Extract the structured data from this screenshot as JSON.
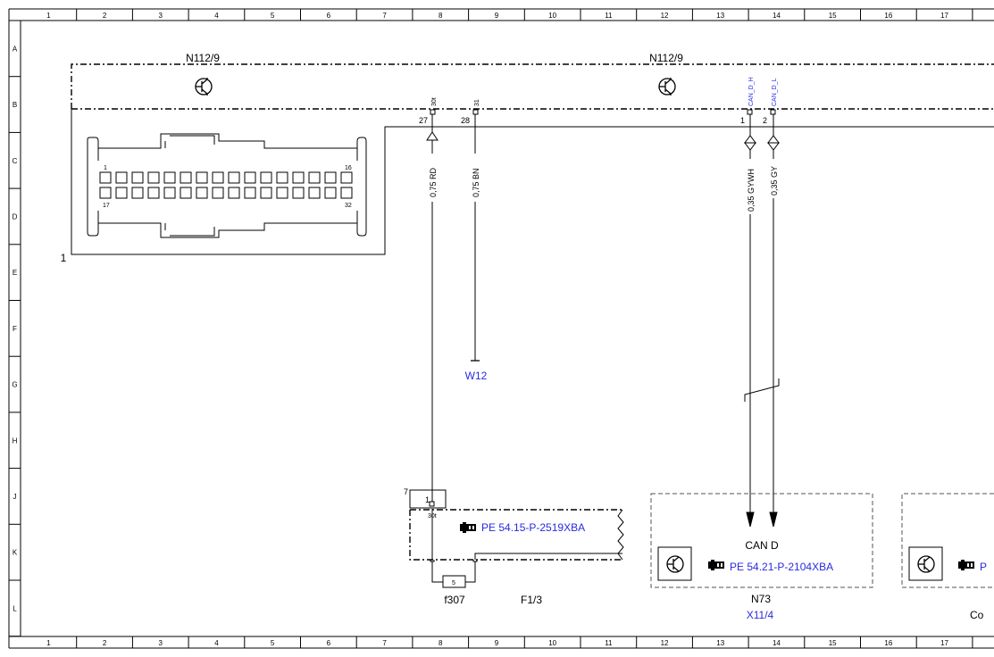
{
  "grid": {
    "columns": [
      "1",
      "2",
      "3",
      "4",
      "5",
      "6",
      "7",
      "8",
      "9",
      "10",
      "11",
      "12",
      "13",
      "14",
      "15",
      "16",
      "17"
    ],
    "rows": [
      "A",
      "B",
      "C",
      "D",
      "E",
      "F",
      "G",
      "H",
      "J",
      "K",
      "L"
    ]
  },
  "components": {
    "control_unit_left_label": "N112/9",
    "control_unit_right_label": "N112/9",
    "connector_callout": "1",
    "connector_pin_first": "1",
    "connector_pin_16": "16",
    "connector_pin_17": "17",
    "connector_pin_32": "32",
    "fuse_box_callout": "7",
    "fuse_box_pin": "1",
    "fuse_box_terminal": "30t",
    "fuse_value": "5",
    "fuse_label": "f307",
    "fuse_box_label": "F1/3",
    "fuse_box_ref": "PE 54.15-P-2519XBA",
    "can_module_bus": "CAN D",
    "can_module_ref": "PE 54.21-P-2104XBA",
    "can_module_label": "N73",
    "can_module_connector": "X11/4",
    "partial_module_ref": "P",
    "partial_module_label": "Co"
  },
  "pins": {
    "p27_num": "27",
    "p27_term": "30t",
    "p28_num": "28",
    "p28_term": "31",
    "p1_num": "1",
    "p1_term": "CAN_D_H",
    "p2_num": "2",
    "p2_term": "CAN_D_L"
  },
  "wires": {
    "w1": "0,75 RD",
    "w2": "0,75 BN",
    "w3": "0,35 GYWH",
    "w4": "0,35 GY",
    "ground": "W12"
  },
  "colors": {
    "line": "#000000",
    "link": "#2a2adf",
    "dashed": "#555555"
  }
}
